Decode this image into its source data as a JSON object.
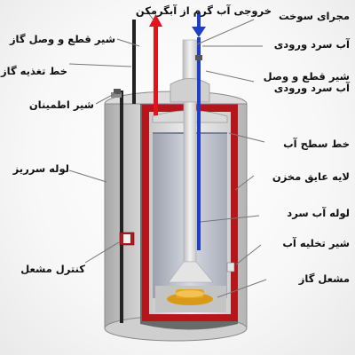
{
  "labels": {
    "hot_water_outlet": "خروجی آب گرم از آبگرمکن",
    "gas_shutoff_valve": "شیر قطع و وصل گاز",
    "gas_supply_line": "خط تغذیه گاز",
    "relief_valve": "شیر اطمینان",
    "overflow_pipe": "لوله سرریز",
    "burner_control": "کنترل مشعل",
    "flue": "مجرای سوخت",
    "cold_water_inlet": "آب سرد ورودی",
    "cold_inlet_valve_line1": "شیر قطع و وصل",
    "cold_inlet_valve_line2": "آب سرد ورودی",
    "water_level": "خط سطح آب",
    "tank_insulation": "لایه عایق مخزن",
    "cold_water_pipe": "لوله آب سرد",
    "drain_valve": "شیر تخلیه آب",
    "gas_burner": "مشعل گاز"
  },
  "colors": {
    "hot_arrow": "#e0141b",
    "cold_arrow": "#1f3fc8",
    "tank_frame": "#c0141b",
    "jacket": "#c9c9c9",
    "tank_interior": "#c4c8d6"
  }
}
